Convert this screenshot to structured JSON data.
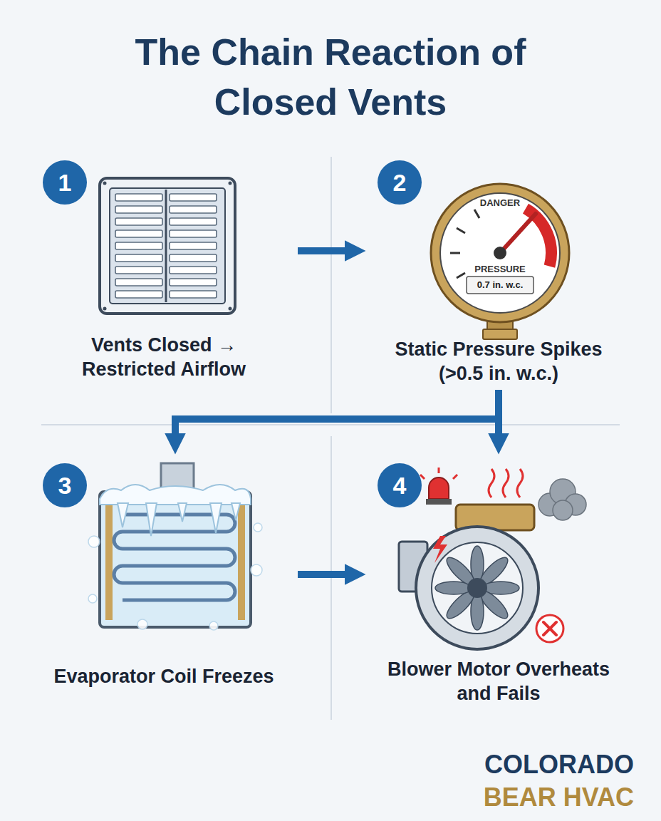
{
  "diagram": {
    "title": "The Chain Reaction of Closed Vents",
    "nodes": [
      {
        "text": [
          "Vents Closed → Restricted Airflow"
        ]
      },
      {
        "text": [
          "1"
        ],
        "in": 0
      },
      {
        "text": [
          "Static Pressure Spikes (>0.5 in. w.c.)"
        ]
      },
      {
        "text": [
          "2"
        ],
        "in": 2
      },
      {
        "text": [
          "Evaporator Coil Freezes"
        ]
      },
      {
        "text": [
          "3"
        ],
        "in": 4
      },
      {
        "text": [
          "Blower Motor Overheats and Fails"
        ]
      },
      {
        "text": [
          "4"
        ],
        "in": 6
      }
    ],
    "edges": [
      {
        "from": 0,
        "to": 2,
        "arrow": "to"
      },
      {
        "from": 2,
        "to": 4,
        "arrow": "to"
      },
      {
        "from": 2,
        "to": 6,
        "arrow": "to"
      },
      {
        "from": 4,
        "to": 6,
        "arrow": "to"
      }
    ],
    "labels": [
      "DANGER",
      "PRESSURE",
      "0.7 in. w.c.",
      "COLORADO",
      "BEAR HVAC"
    ]
  }
}
